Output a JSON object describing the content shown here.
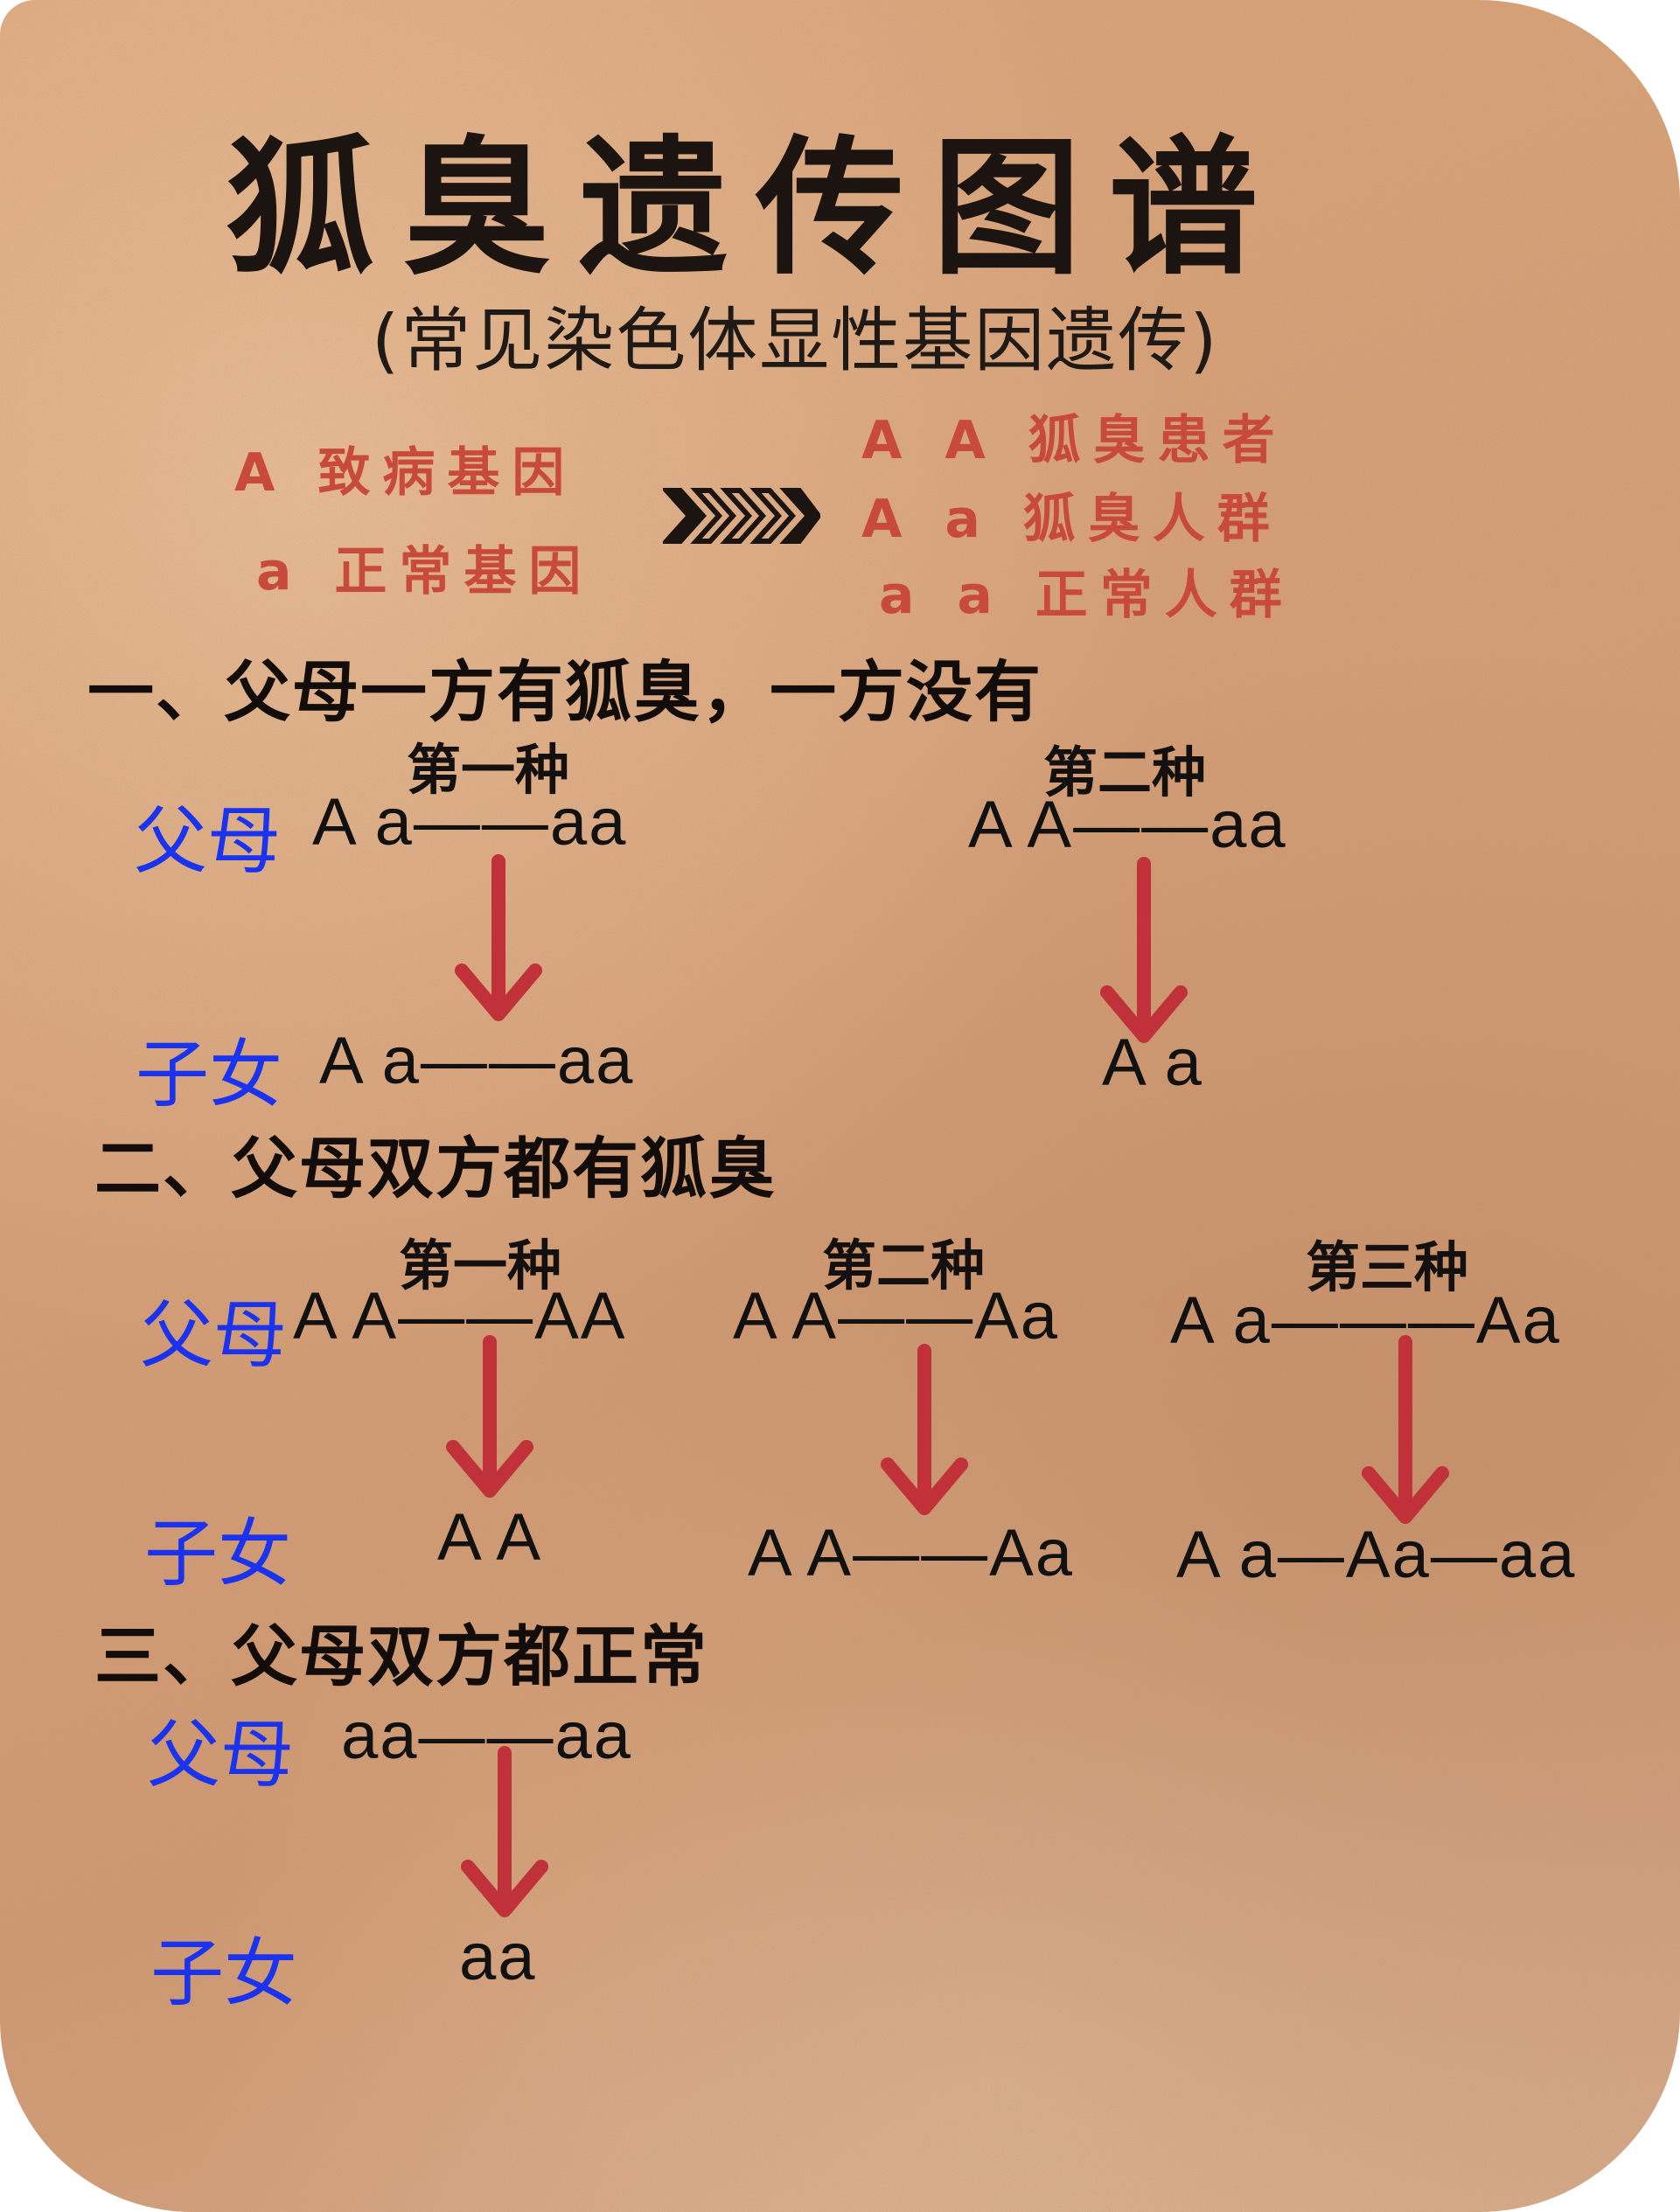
{
  "title": "狐臭遗传图谱",
  "subtitle": "(常见染色体显性基因遗传)",
  "legend": {
    "left": [
      "A 致病基因",
      "a 正常基因"
    ],
    "right": [
      "A A 狐臭患者",
      "A a  狐臭人群",
      "a a  正常人群"
    ]
  },
  "labels": {
    "parents": "父母",
    "children": "子女"
  },
  "section1": {
    "heading": "一、父母一方有狐臭，一方没有",
    "case1": {
      "label": "第一种",
      "parents": "A a——aa",
      "children": "A a——aa"
    },
    "case2": {
      "label": "第二种",
      "parents": "A A——aa",
      "children": "A a"
    }
  },
  "section2": {
    "heading": "二、父母双方都有狐臭",
    "case1": {
      "label": "第一种",
      "parents": "A A——AA",
      "children": "A A"
    },
    "case2": {
      "label": "第二种",
      "parents": "A A——Aa",
      "children": "A A——Aa"
    },
    "case3": {
      "label": "第三种",
      "parents": "A a———Aa",
      "children": "A a—Aa—aa"
    }
  },
  "section3": {
    "heading": "三、父母双方都正常",
    "case1": {
      "parents": "aa——aa",
      "children": "aa"
    }
  },
  "colors": {
    "legend_text": "#c84a3d",
    "arrow": "#c0313a",
    "role_label": "#1a33ee",
    "text": "#111111"
  }
}
